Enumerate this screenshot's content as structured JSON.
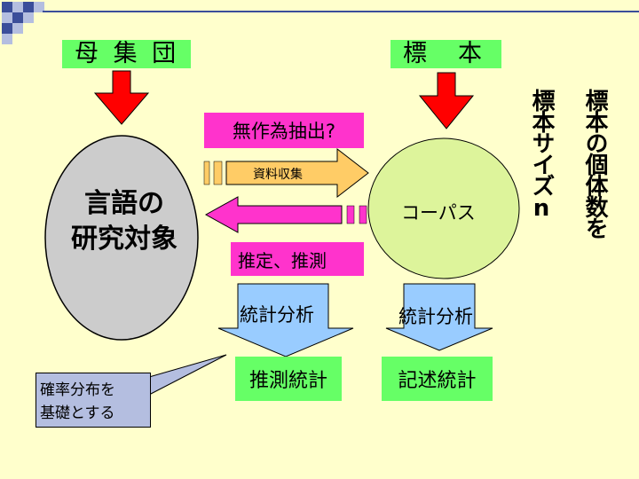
{
  "population_label": "母 集 団",
  "sample_label": "標　本",
  "random_extraction_label": "無作為抽出?",
  "data_collection_label": "資料収集",
  "research_object_lines": [
    "言語の",
    "研究対象"
  ],
  "corpus_label": "コーパス",
  "estimation_label": "推定、推測",
  "statistical_analysis_left": "統計分析",
  "statistical_analysis_right": "統計分析",
  "inferential_statistics": "推測統計",
  "descriptive_statistics": "記述統計",
  "probability_note_lines": [
    "確率分布を",
    "基礎とする"
  ],
  "sample_size_note": "標本サイズn",
  "sample_count_note": "標本の個体数を",
  "colors": {
    "background": "#FFFFCC",
    "green": "#66FF66",
    "red_arrow": "#FF0000",
    "orange_arrow": "#FFCC66",
    "magenta": "#FF33CC",
    "grey_ellipse": "#CCCCCC",
    "corpus_circle": "#DDF49B",
    "analysis_blue": "#99CCFF",
    "deco_blue": "#3B4E9A"
  }
}
